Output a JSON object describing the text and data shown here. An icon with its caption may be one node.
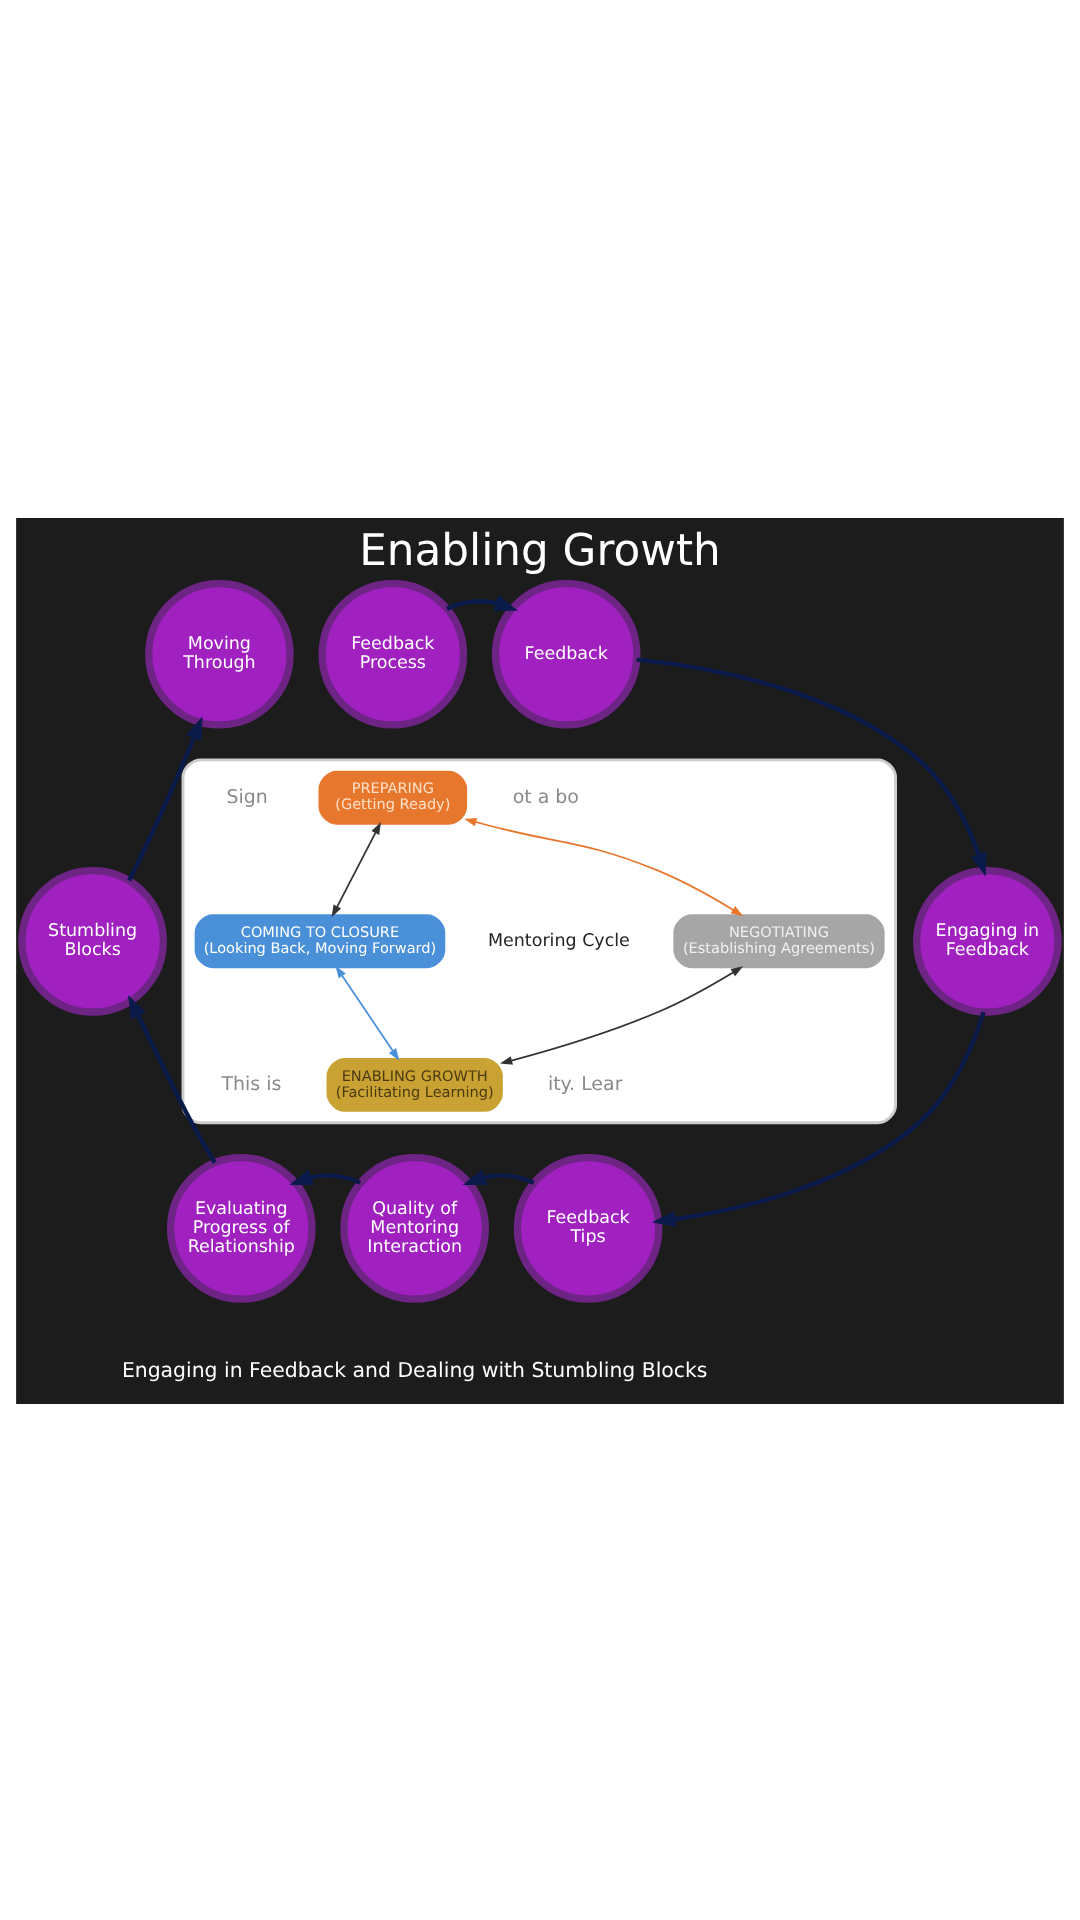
{
  "diagram": {
    "title": "Enabling Growth",
    "caption": "Engaging in Feedback and Dealing with Stumbling Blocks",
    "nodes": [
      {
        "text": [
          "Feedback Process"
        ]
      },
      {
        "text": [
          "Moving Through"
        ]
      },
      {
        "text": [
          "Feedback"
        ]
      },
      {
        "text": [
          "Stumbling Blocks"
        ]
      },
      {
        "text": [
          "Engaging in Feedback"
        ]
      },
      {
        "text": [
          "Evaluating Progress of Relationship"
        ]
      },
      {
        "text": [
          "Feedback Tips"
        ]
      },
      {
        "text": [
          "Quality of Mentoring Interaction"
        ]
      },
      {
        "text": [],
        "shape": "picture"
      },
      {
        "text": [
          "PREPARING",
          "(Getting Ready)"
        ],
        "in": 8
      },
      {
        "text": [
          "COMING TO CLOSURE",
          "(Looking Back, Moving Forward)"
        ],
        "in": 8
      },
      {
        "text": [
          "NEGOTIATING",
          "(Establishing Agreements)"
        ],
        "in": 8
      },
      {
        "text": [
          "ENABLING GROWTH",
          "(Facilitating Learning)"
        ],
        "in": 8
      }
    ],
    "edges": [
      {
        "from": 0,
        "to": 2,
        "arrow": "to"
      },
      {
        "from": 2,
        "to": 4,
        "arrow": "to"
      },
      {
        "from": 4,
        "to": 6,
        "arrow": "to"
      },
      {
        "from": 6,
        "to": 7,
        "arrow": "to"
      },
      {
        "from": 7,
        "to": 5,
        "arrow": "to"
      },
      {
        "from": 5,
        "to": 3,
        "arrow": "to"
      },
      {
        "from": 3,
        "to": 1,
        "arrow": "to"
      },
      {
        "from": 9,
        "to": 11,
        "arrow": "both",
        "color": "#e8772e"
      },
      {
        "from": 11,
        "to": 12,
        "arrow": "both",
        "color": "#333333"
      },
      {
        "from": 12,
        "to": 10,
        "arrow": "both",
        "color": "#4a90d9"
      },
      {
        "from": 10,
        "to": 9,
        "arrow": "both",
        "color": "#333333"
      }
    ],
    "labels": [
      "Sign",
      "ot a bo",
      "Mentoring Cycle",
      "This is",
      "ity. Lear"
    ]
  }
}
